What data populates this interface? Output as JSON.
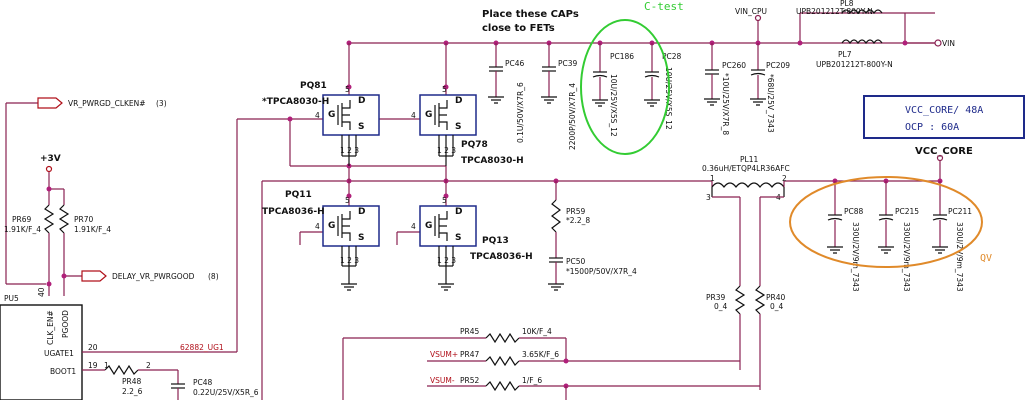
{
  "labels": {
    "place_note_1": "Place these CAPs",
    "place_note_2": "close to FETs",
    "ctest": "C-test",
    "vin_cpu": "VIN_CPU",
    "vin": "VIN",
    "pl8": "PL8",
    "pl8_part": "UPB201212T-800Y-N",
    "pl7": "PL7",
    "pl7_part": "UPB201212T-800Y-N",
    "vcc_core_box_1": "VCC_CORE/ 48A",
    "vcc_core_box_2": "OCP : 60A",
    "vcc_core": "VCC_CORE",
    "qv": "QV",
    "vr_pwrgd": "VR_PWRGD_CLKEN#",
    "vr_pwrgd_ref": "(3)",
    "delay_vr": "DELAY_VR_PWRGOOD",
    "delay_vr_ref": "(8)",
    "plus3v": "+3V",
    "pr69": "PR69",
    "pr69_val": "1.91K/F_4",
    "pr70": "PR70",
    "pr70_val": "1.91K/F_4",
    "pu5": "PU5",
    "pin40": "40",
    "clk_en": "CLK_EN#",
    "pgood": "PGOOD",
    "ugate1": "UGATE1",
    "boot1": "BOOT1",
    "pin20": "20",
    "pin19": "19",
    "ug1_net": "62882_UG1",
    "pr48": "PR48",
    "pr48_val": "2.2_6",
    "pc48": "PC48",
    "pc48_val": "0.22U/25V/X5R_6",
    "pq81": "PQ81",
    "pq81_part": "*TPCA8030-H",
    "pq78": "PQ78",
    "pq78_part": "TPCA8030-H",
    "pq11": "PQ11",
    "pq11_part": "TPCA8036-H",
    "pq13": "PQ13",
    "pq13_part": "TPCA8036-H",
    "pc46": "PC46",
    "pc46_val": "0.1U/50V/X7R_6",
    "pc39": "PC39",
    "pc39_val": "2200P/50V/X7R_4",
    "pc186": "PC186",
    "pc186_val": "10U/25V/X5S_12",
    "pc28": "PC28",
    "pc28_val": "10U/25V/X5S_12",
    "pc260": "PC260",
    "pc260_val": "*10U/25V/X7R_8",
    "pc209": "PC209",
    "pc209_val": "*68U/25V_7343",
    "pl11": "PL11",
    "pl11_val": "0.36uH/ETQP4LR36AFC",
    "pr59": "PR59",
    "pr59_val": "*2.2_8",
    "pc50": "PC50",
    "pc50_val": "*1500P/50V/X7R_4",
    "pc88": "PC88",
    "pc88_val": "330U/2V/9m_7343",
    "pc215": "PC215",
    "pc215_val": "330U/2V/9m_7343",
    "pc211": "PC211",
    "pc211_val": "330U/2V/9m_7343",
    "pr39": "PR39",
    "pr39_val": "0_4",
    "pr40": "PR40",
    "pr40_val": "0_4",
    "pr45": "PR45",
    "pr45_val": "10K/F_4",
    "pr47": "PR47",
    "pr47_val": "3.65K/F_6",
    "pr52": "PR52",
    "pr52_val": "1/F_6",
    "vsum_p": "VSUM+",
    "vsum_m": "VSUM-",
    "pin_g": "G",
    "pin_d": "D",
    "pin_s": "S",
    "pin_4": "4",
    "pin_5": "5",
    "pin_123": "1 2 3",
    "pin_1": "1",
    "pin_2": "2",
    "pin_3": "3"
  },
  "colors": {
    "wire": "#8a2252",
    "fet_outline": "#1e2a8a",
    "highlight_green": "#33cc33",
    "highlight_orange": "#e08a2a",
    "net_red": "#b0101a"
  }
}
